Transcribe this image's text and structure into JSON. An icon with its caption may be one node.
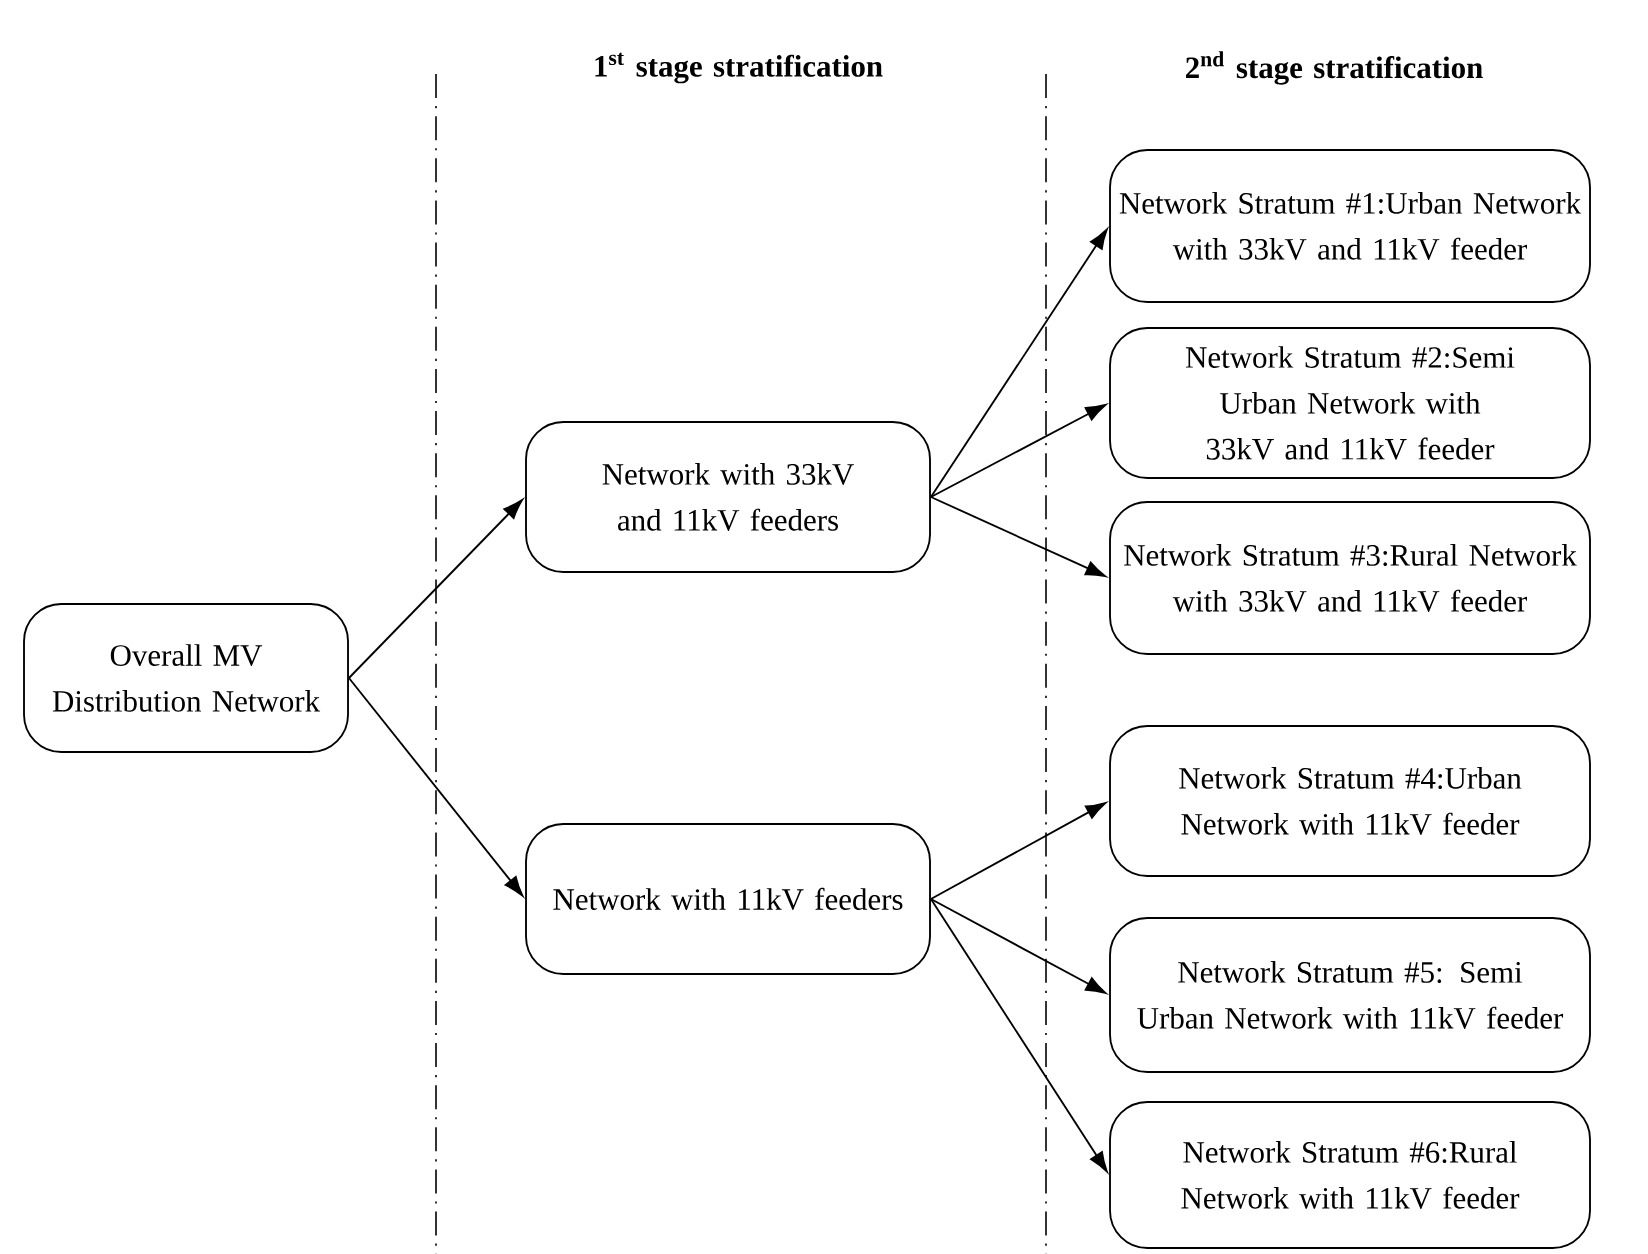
{
  "diagram": {
    "nodes": [
      {
        "text": [
          "Overall MV Distribution Network"
        ]
      },
      {
        "text": [
          "Network with 33kV and 11kV feeders"
        ]
      },
      {
        "text": [
          "Network with 11kV feeders"
        ]
      },
      {
        "text": [
          "Network Stratum #1:Urban Network with 33kV and 11kV feeder"
        ]
      },
      {
        "text": [
          "Network Stratum #2:Semi Urban Network with 33kV and 11kV feeder"
        ]
      },
      {
        "text": [
          "Network Stratum #3:Rural Network with 33kV and 11kV feeder"
        ]
      },
      {
        "text": [
          "Network Stratum #4:Urban Network with 11kV feeder"
        ]
      },
      {
        "text": [
          "Network Stratum #5: Semi Urban Network with 11kV feeder"
        ]
      },
      {
        "text": [
          "Network Stratum #6:Rural Network with 11kV feeder"
        ]
      }
    ],
    "edges": [
      {
        "from": 0,
        "to": 1,
        "arrow": "to"
      },
      {
        "from": 0,
        "to": 2,
        "arrow": "to"
      },
      {
        "from": 1,
        "to": 3,
        "arrow": "to"
      },
      {
        "from": 1,
        "to": 4,
        "arrow": "to"
      },
      {
        "from": 1,
        "to": 5,
        "arrow": "to"
      },
      {
        "from": 2,
        "to": 6,
        "arrow": "to"
      },
      {
        "from": 2,
        "to": 7,
        "arrow": "to"
      },
      {
        "from": 2,
        "to": 8,
        "arrow": "to"
      }
    ],
    "labels": [
      "1$^{st}$ stage stratification",
      "2$^{nd}$ stage stratification"
    ]
  }
}
